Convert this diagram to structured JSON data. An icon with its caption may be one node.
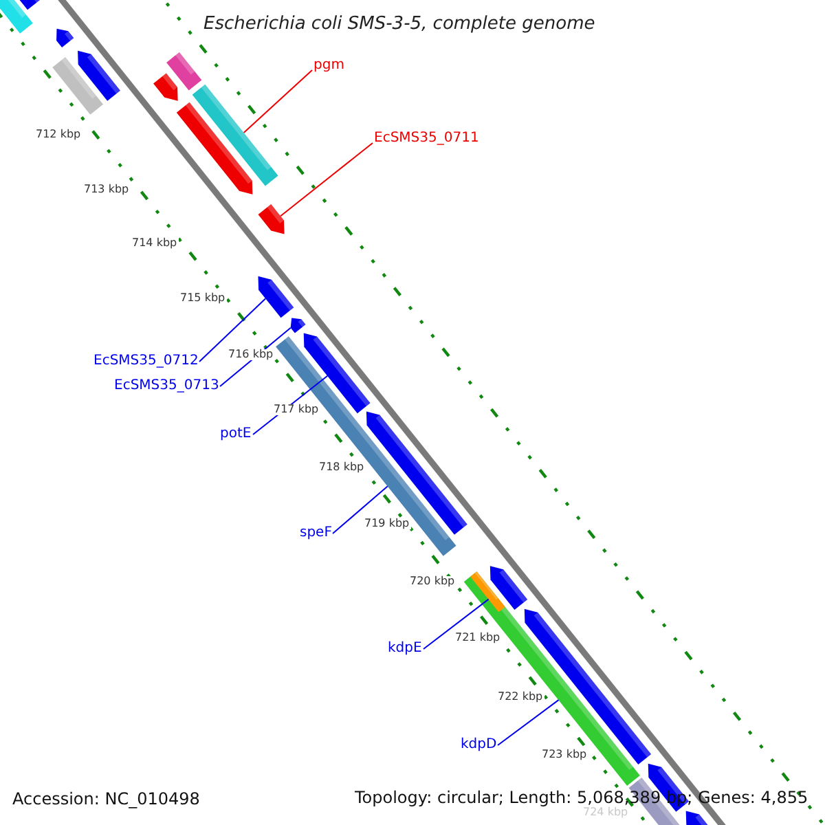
{
  "diagram": {
    "title": "Escherichia coli SMS-3-5, complete genome",
    "nodes": [
      {
        "text": [
          "pgm"
        ]
      },
      {
        "text": [
          "EcSMS35_0711"
        ]
      },
      {
        "text": [
          "EcSMS35_0712"
        ]
      },
      {
        "text": [
          "EcSMS35_0713"
        ]
      },
      {
        "text": [
          "potE"
        ]
      },
      {
        "text": [
          "speF"
        ]
      },
      {
        "text": [
          "kdpE"
        ]
      },
      {
        "text": [
          "kdpD"
        ]
      },
      {
        "text": [],
        "shape": "bar"
      },
      {
        "text": [],
        "shape": "arrow"
      },
      {
        "text": [],
        "shape": "arrow"
      },
      {
        "text": [],
        "shape": "arrow"
      },
      {
        "text": [],
        "shape": "arrow"
      },
      {
        "text": [],
        "shape": "bar"
      },
      {
        "text": [],
        "shape": "bar",
        "in": 15
      },
      {
        "text": [],
        "shape": "bar"
      },
      {
        "text": [],
        "shape": "arrow"
      },
      {
        "text": [],
        "shape": "bar"
      },
      {
        "text": [],
        "shape": "arrow"
      },
      {
        "text": [],
        "shape": "arrow"
      },
      {
        "text": [],
        "shape": "bar"
      },
      {
        "text": [],
        "shape": "bar"
      },
      {
        "text": [],
        "shape": "arrow"
      },
      {
        "text": [],
        "shape": "arrow"
      },
      {
        "text": [],
        "shape": "arrow"
      },
      {
        "text": [],
        "shape": "arrow"
      },
      {
        "text": [],
        "shape": "arrow"
      },
      {
        "text": [],
        "shape": "arrow"
      },
      {
        "text": [],
        "shape": "arrow"
      },
      {
        "text": [],
        "shape": "bar"
      }
    ],
    "edges": [
      {
        "from": 0,
        "to": 8,
        "arrow": "none",
        "color": "#ee0000"
      },
      {
        "from": 1,
        "to": 9,
        "arrow": "none",
        "color": "#ee0000"
      },
      {
        "from": 2,
        "to": 10,
        "arrow": "none"
      },
      {
        "from": 3,
        "to": 11,
        "arrow": "none"
      },
      {
        "from": 4,
        "to": 12,
        "arrow": "none"
      },
      {
        "from": 5,
        "to": 13,
        "arrow": "none"
      },
      {
        "from": 6,
        "to": 14,
        "arrow": "none"
      },
      {
        "from": 7,
        "to": 15,
        "arrow": "none"
      }
    ],
    "labels": [
      "712 kbp",
      "713 kbp",
      "714 kbp",
      "715 kbp",
      "716 kbp",
      "717 kbp",
      "718 kbp",
      "719 kbp",
      "720 kbp",
      "721 kbp",
      "722 kbp",
      "723 kbp",
      "724 kbp",
      "Accession: NC_010498",
      "Topology: circular; Length: 5,068,389 bp; Genes: 4,855"
    ]
  }
}
